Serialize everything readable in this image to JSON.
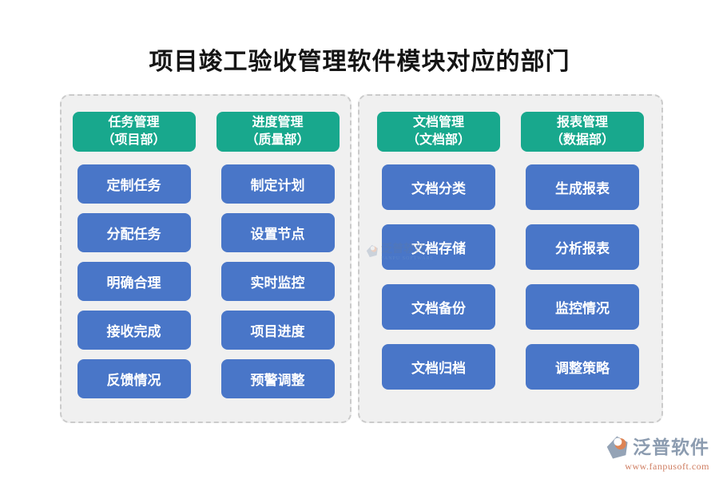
{
  "title": "项目竣工验收管理软件模块对应的部门",
  "columns": [
    {
      "title": "任务管理",
      "dept": "（项目部）",
      "items": [
        "定制任务",
        "分配任务",
        "明确合理",
        "接收完成",
        "反馈情况"
      ]
    },
    {
      "title": "进度管理",
      "dept": "（质量部）",
      "items": [
        "制定计划",
        "设置节点",
        "实时监控",
        "项目进度",
        "预警调整"
      ]
    },
    {
      "title": "文档管理",
      "dept": "（文档部）",
      "items": [
        "文档分类",
        "文档存储",
        "文档备份",
        "文档归档"
      ]
    },
    {
      "title": "报表管理",
      "dept": "（数据部）",
      "items": [
        "生成报表",
        "分析报表",
        "监控情况",
        "调整策略"
      ]
    }
  ],
  "watermark": {
    "brand": "泛普软件",
    "sub": "FANPU SOFTWARE"
  },
  "footer": {
    "brand": "泛普软件",
    "url": "www.fanpusoft.com"
  },
  "colors": {
    "header_green": "#18a88d",
    "node_blue": "#4976c8",
    "panel_bg": "#f0f0f0",
    "panel_border": "#cbcbcb",
    "brand_gray_blue": "#8c9cb0",
    "brand_orange": "#cf7e62"
  }
}
